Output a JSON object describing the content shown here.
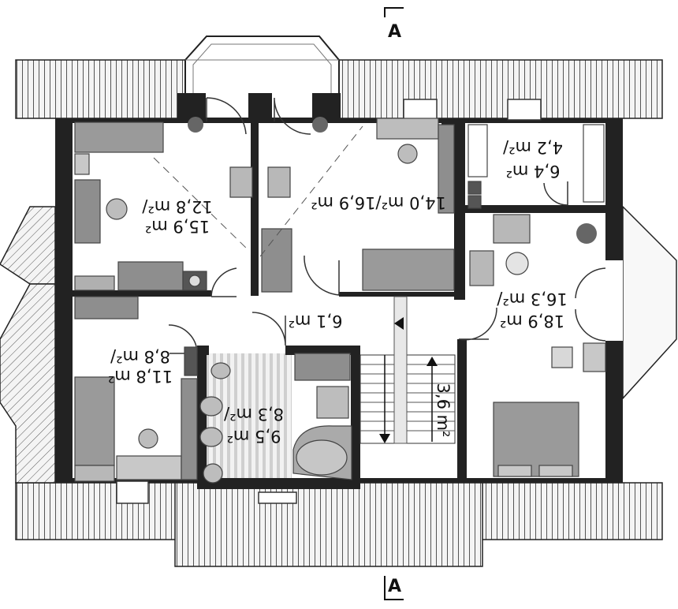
{
  "section_marker": {
    "top": "A",
    "bottom": "A"
  },
  "rooms": [
    {
      "id": "room-nw",
      "line1": "12,8 m²/",
      "line2": "15,9 m²"
    },
    {
      "id": "room-n",
      "line1": "14,0 m²/16,9 m²"
    },
    {
      "id": "room-closet",
      "line1": "4,2 m²/",
      "line2": "6,4 m²"
    },
    {
      "id": "room-w",
      "line1": "8,8 m²/",
      "line2": "11,8 m²"
    },
    {
      "id": "hall",
      "line1": "6,1 m²"
    },
    {
      "id": "bathroom",
      "line1": "8,3 m²/",
      "line2": "9,5 m²"
    },
    {
      "id": "stairs",
      "line1": "3,6 m²"
    },
    {
      "id": "bedroom-e",
      "line1": "16,3 m²/",
      "line2": "18,9 m²"
    }
  ]
}
